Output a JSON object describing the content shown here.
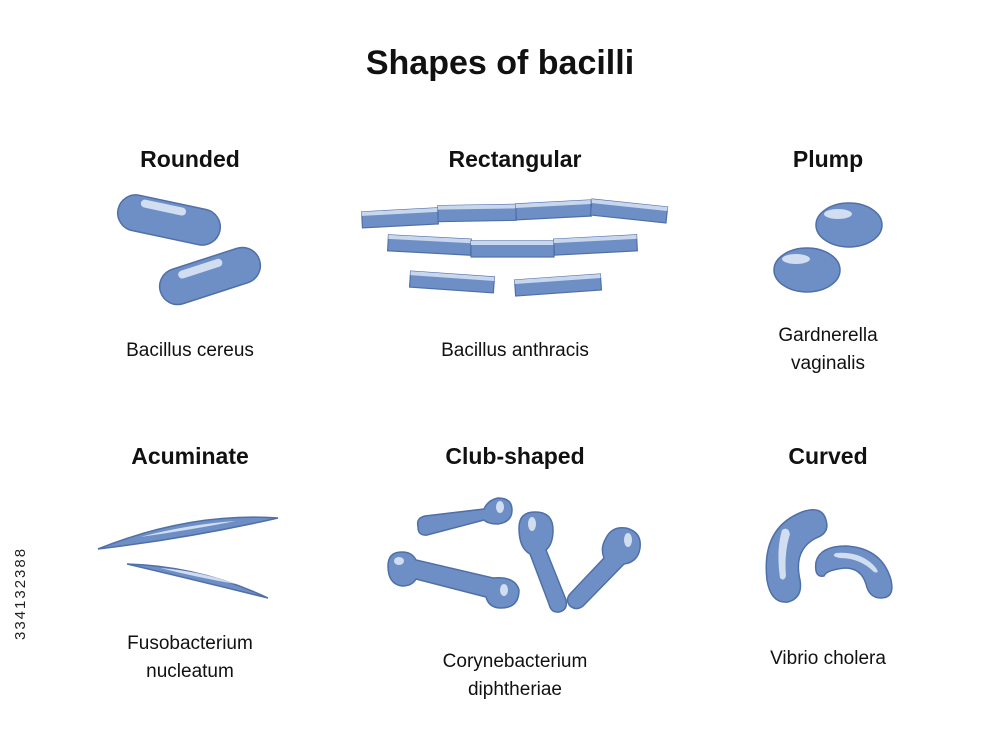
{
  "title": "Shapes of bacilli",
  "colors": {
    "body": "#6E8FC6",
    "edge": "#4F6FA8",
    "highlight": "#DCE6F4"
  },
  "panels": [
    {
      "heading": "Rounded",
      "label_lines": [
        "Bacillus cereus"
      ]
    },
    {
      "heading": "Rectangular",
      "label_lines": [
        "Bacillus anthracis"
      ]
    },
    {
      "heading": "Plump",
      "label_lines": [
        "Gardnerella",
        "vaginalis"
      ]
    },
    {
      "heading": "Acuminate",
      "label_lines": [
        "Fusobacterium",
        "nucleatum"
      ]
    },
    {
      "heading": "Club-shaped",
      "label_lines": [
        "Corynebacterium",
        "diphtheriae"
      ]
    },
    {
      "heading": "Curved",
      "label_lines": [
        "Vibrio cholera"
      ]
    }
  ],
  "stock_id": "334132388"
}
